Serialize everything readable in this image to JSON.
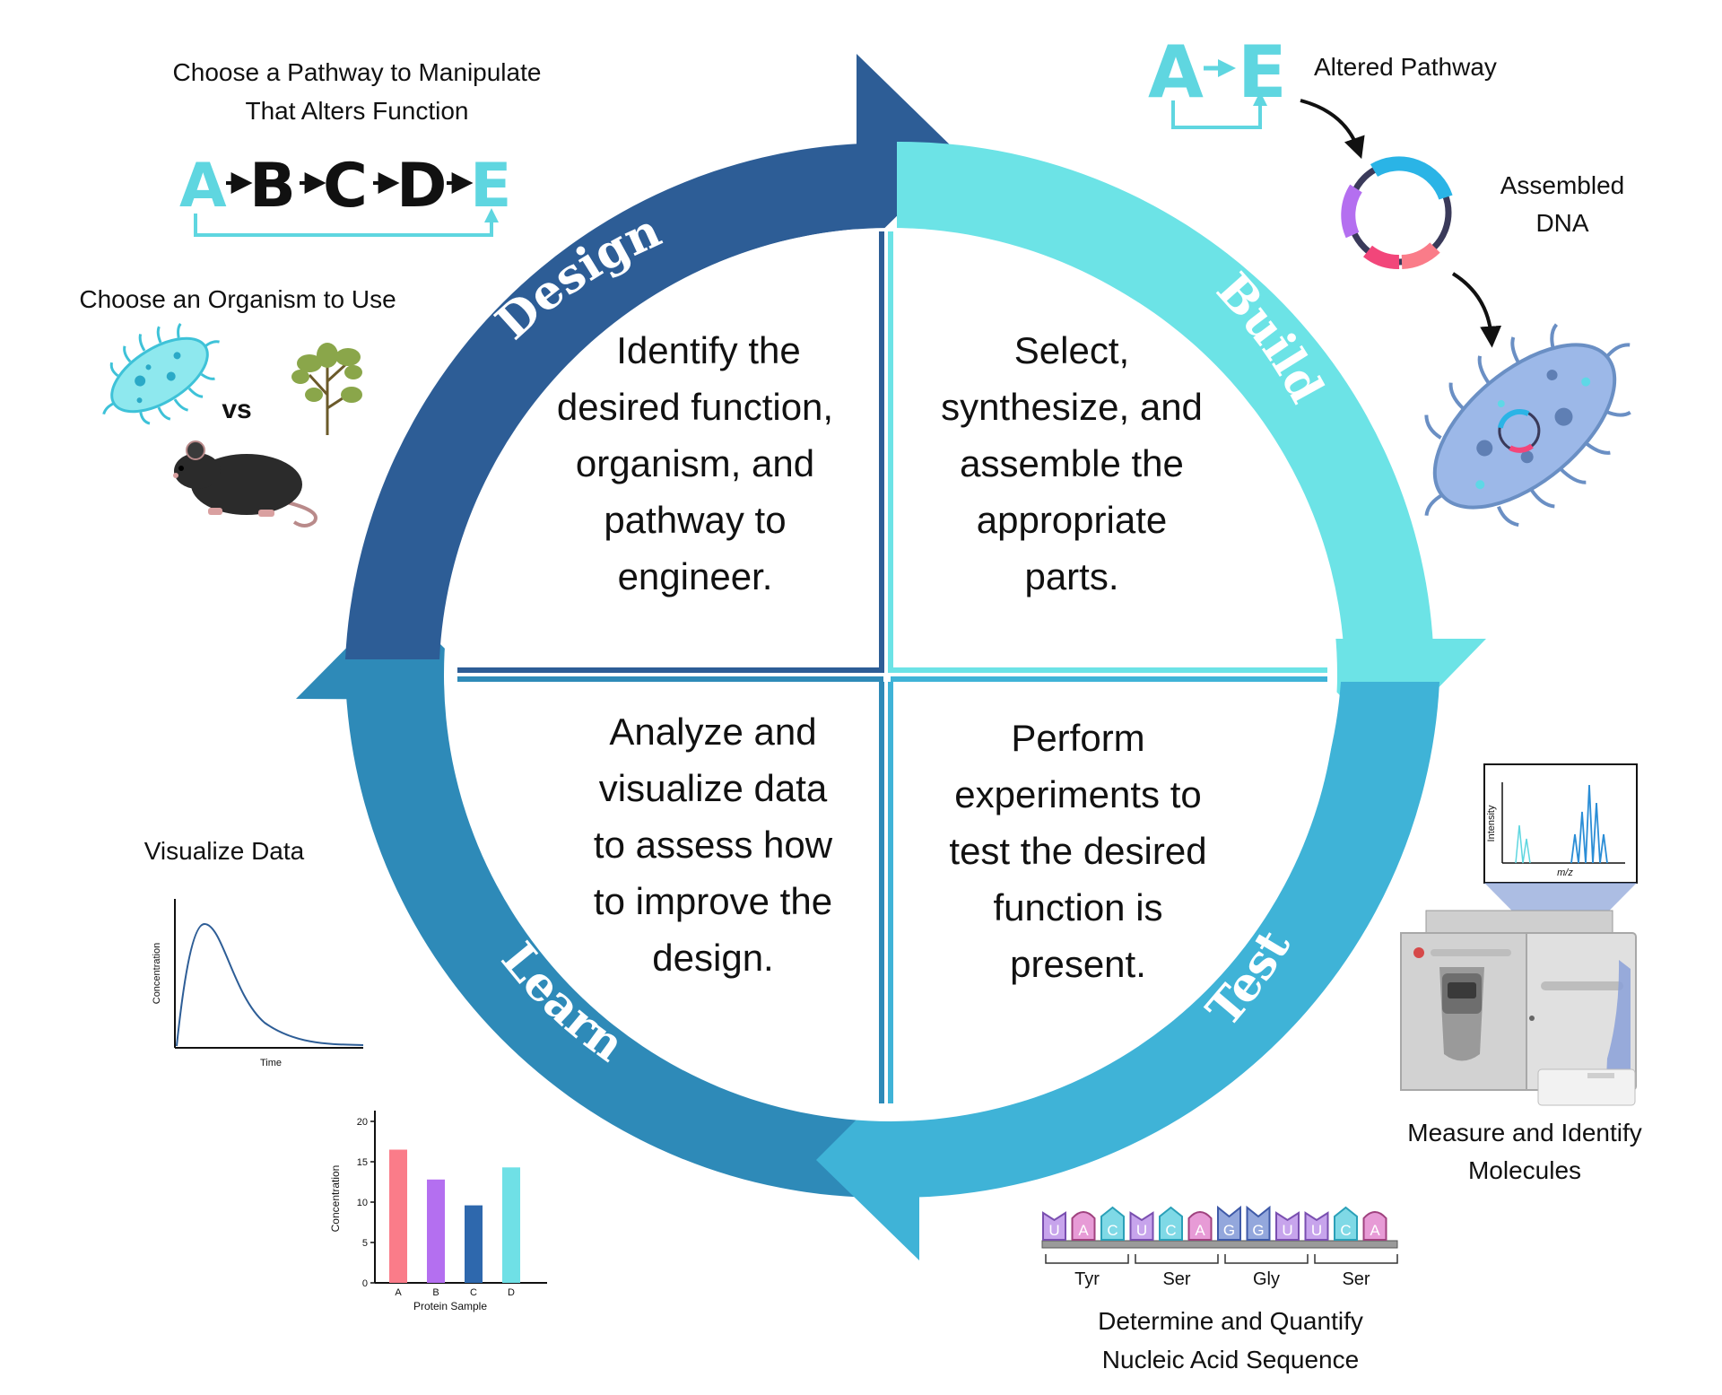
{
  "colors": {
    "design": "#2d5d96",
    "build": "#6ce3e6",
    "test": "#3fb3d7",
    "learn": "#2e8ab8",
    "teal": "#5fd6e0",
    "black": "#111111"
  },
  "stages": {
    "design": "Design",
    "build": "Build",
    "test": "Test",
    "learn": "Learn"
  },
  "quadrants": {
    "design": [
      "Identify the",
      "desired function,",
      "organism, and",
      "pathway to",
      "engineer."
    ],
    "build": [
      "Select,",
      "synthesize, and",
      "assemble the",
      "appropriate",
      "parts."
    ],
    "test": [
      "Perform",
      "experiments to",
      "test the desired",
      "function is",
      "present."
    ],
    "learn": [
      "Analyze and",
      "visualize data",
      "to assess how",
      "to improve the",
      "design."
    ]
  },
  "design_panel": {
    "pathway_caption": [
      "Choose a Pathway to Manipulate",
      "That Alters Function"
    ],
    "pathway_letters": [
      "A",
      "B",
      "C",
      "D",
      "E"
    ],
    "organism_caption": "Choose an Organism to Use",
    "vs": "vs",
    "icons": [
      "bacterium-icon",
      "plant-icon",
      "mouse-icon"
    ]
  },
  "build_panel": {
    "altered_start": "A",
    "altered_end": "E",
    "altered_caption": "Altered Pathway",
    "dna_caption": [
      "Assembled",
      "DNA"
    ],
    "icons": [
      "plasmid-icon",
      "engineered-bacterium-icon"
    ]
  },
  "test_panel": {
    "ms_caption": [
      "Measure and Identify",
      "Molecules"
    ],
    "spectrum_ylabel": "Intensity",
    "spectrum_xlabel": "m/z",
    "seq_caption": [
      "Determine and Quantify",
      "Nucleic Acid Sequence"
    ],
    "bases": [
      "U",
      "A",
      "C",
      "U",
      "C",
      "A",
      "G",
      "G",
      "U",
      "U",
      "C",
      "A"
    ],
    "codons": [
      "Tyr",
      "Ser",
      "Gly",
      "Ser"
    ],
    "icons": [
      "mass-spectrometer-icon"
    ]
  },
  "learn_panel": {
    "caption": "Visualize Data",
    "curve_ylabel": "Concentration",
    "curve_xlabel": "Time",
    "bar_chart": {
      "type": "bar",
      "categories": [
        "A",
        "B",
        "C",
        "D"
      ],
      "values": [
        16.5,
        12.8,
        9.6,
        14.3
      ],
      "xlabel": "Protein Sample",
      "ylabel": "Concentration",
      "ylim": [
        0,
        20
      ],
      "yticks": [
        "0",
        "5",
        "10",
        "15",
        "20"
      ],
      "colors": [
        "#fa7c89",
        "#b46ff0",
        "#2e68ad",
        "#6fe0e6"
      ]
    }
  }
}
